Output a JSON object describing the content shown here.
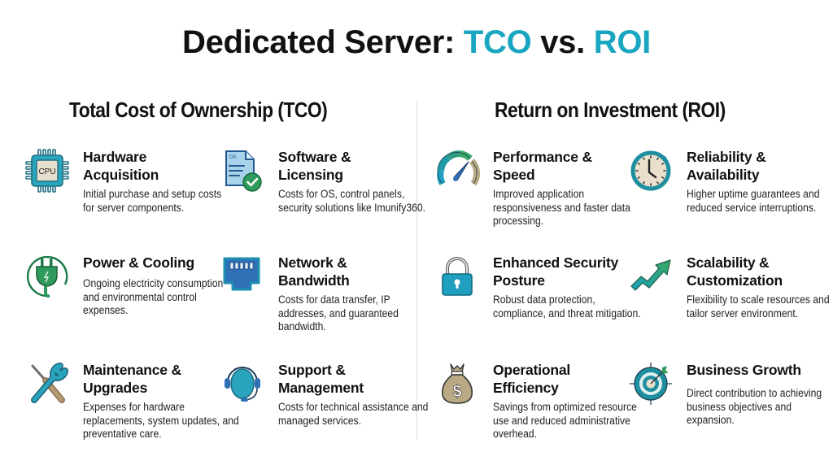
{
  "title": {
    "prefix": "Dedicated Server: ",
    "tco": "TCO",
    "vs": " vs. ",
    "roi": "ROI"
  },
  "colors": {
    "accent": "#1aa6c0",
    "teal": "#1f8fa0",
    "green": "#2e9a5c",
    "blue": "#2f6fb5",
    "tan": "#b9a984"
  },
  "tco": {
    "heading": "Total Cost of Ownership (TCO)",
    "items": [
      {
        "icon": "cpu-chip-icon",
        "title": "Hardware Acquisition",
        "desc": "Initial purchase and setup costs for server components.",
        "icon_label": "CPU"
      },
      {
        "icon": "software-license-icon",
        "title": "Software & Licensing",
        "desc": "Costs for OS, control panels, security solutions like Imunify360.",
        "icon_label": "OS"
      },
      {
        "icon": "power-plug-icon",
        "title": "Power & Cooling",
        "desc": "Ongoing electricity consumption and environmental control expenses."
      },
      {
        "icon": "network-port-icon",
        "title": "Network & Bandwidth",
        "desc": "Costs for data transfer, IP addresses, and guaranteed bandwidth."
      },
      {
        "icon": "wrench-screwdriver-icon",
        "title": "Maintenance & Upgrades",
        "desc": "Expenses for hardware replacements, system updates, and preventative care."
      },
      {
        "icon": "headset-icon",
        "title": "Support & Management",
        "desc": "Costs for technical assistance and managed services."
      }
    ]
  },
  "roi": {
    "heading": "Return on Investment (ROI)",
    "items": [
      {
        "icon": "speedometer-icon",
        "title": "Performance & Speed",
        "desc": "Improved application responsiveness and faster data processing."
      },
      {
        "icon": "clock-icon",
        "title": "Reliability & Availability",
        "desc": "Higher uptime guarantees and reduced service interruptions."
      },
      {
        "icon": "padlock-icon",
        "title": "Enhanced Security Posture",
        "desc": "Robust data protection, compliance, and threat mitigation."
      },
      {
        "icon": "growth-arrow-icon",
        "title": "Scalability & Customization",
        "desc": "Flexibility to scale resources and tailor server environment."
      },
      {
        "icon": "money-bag-icon",
        "title": "Operational Efficiency",
        "desc": "Savings from optimized resource use and reduced administrative overhead.",
        "icon_label": "$"
      },
      {
        "icon": "target-icon",
        "title": "Business Growth",
        "desc": "Direct contribution to achieving business objectives and expansion."
      }
    ]
  }
}
